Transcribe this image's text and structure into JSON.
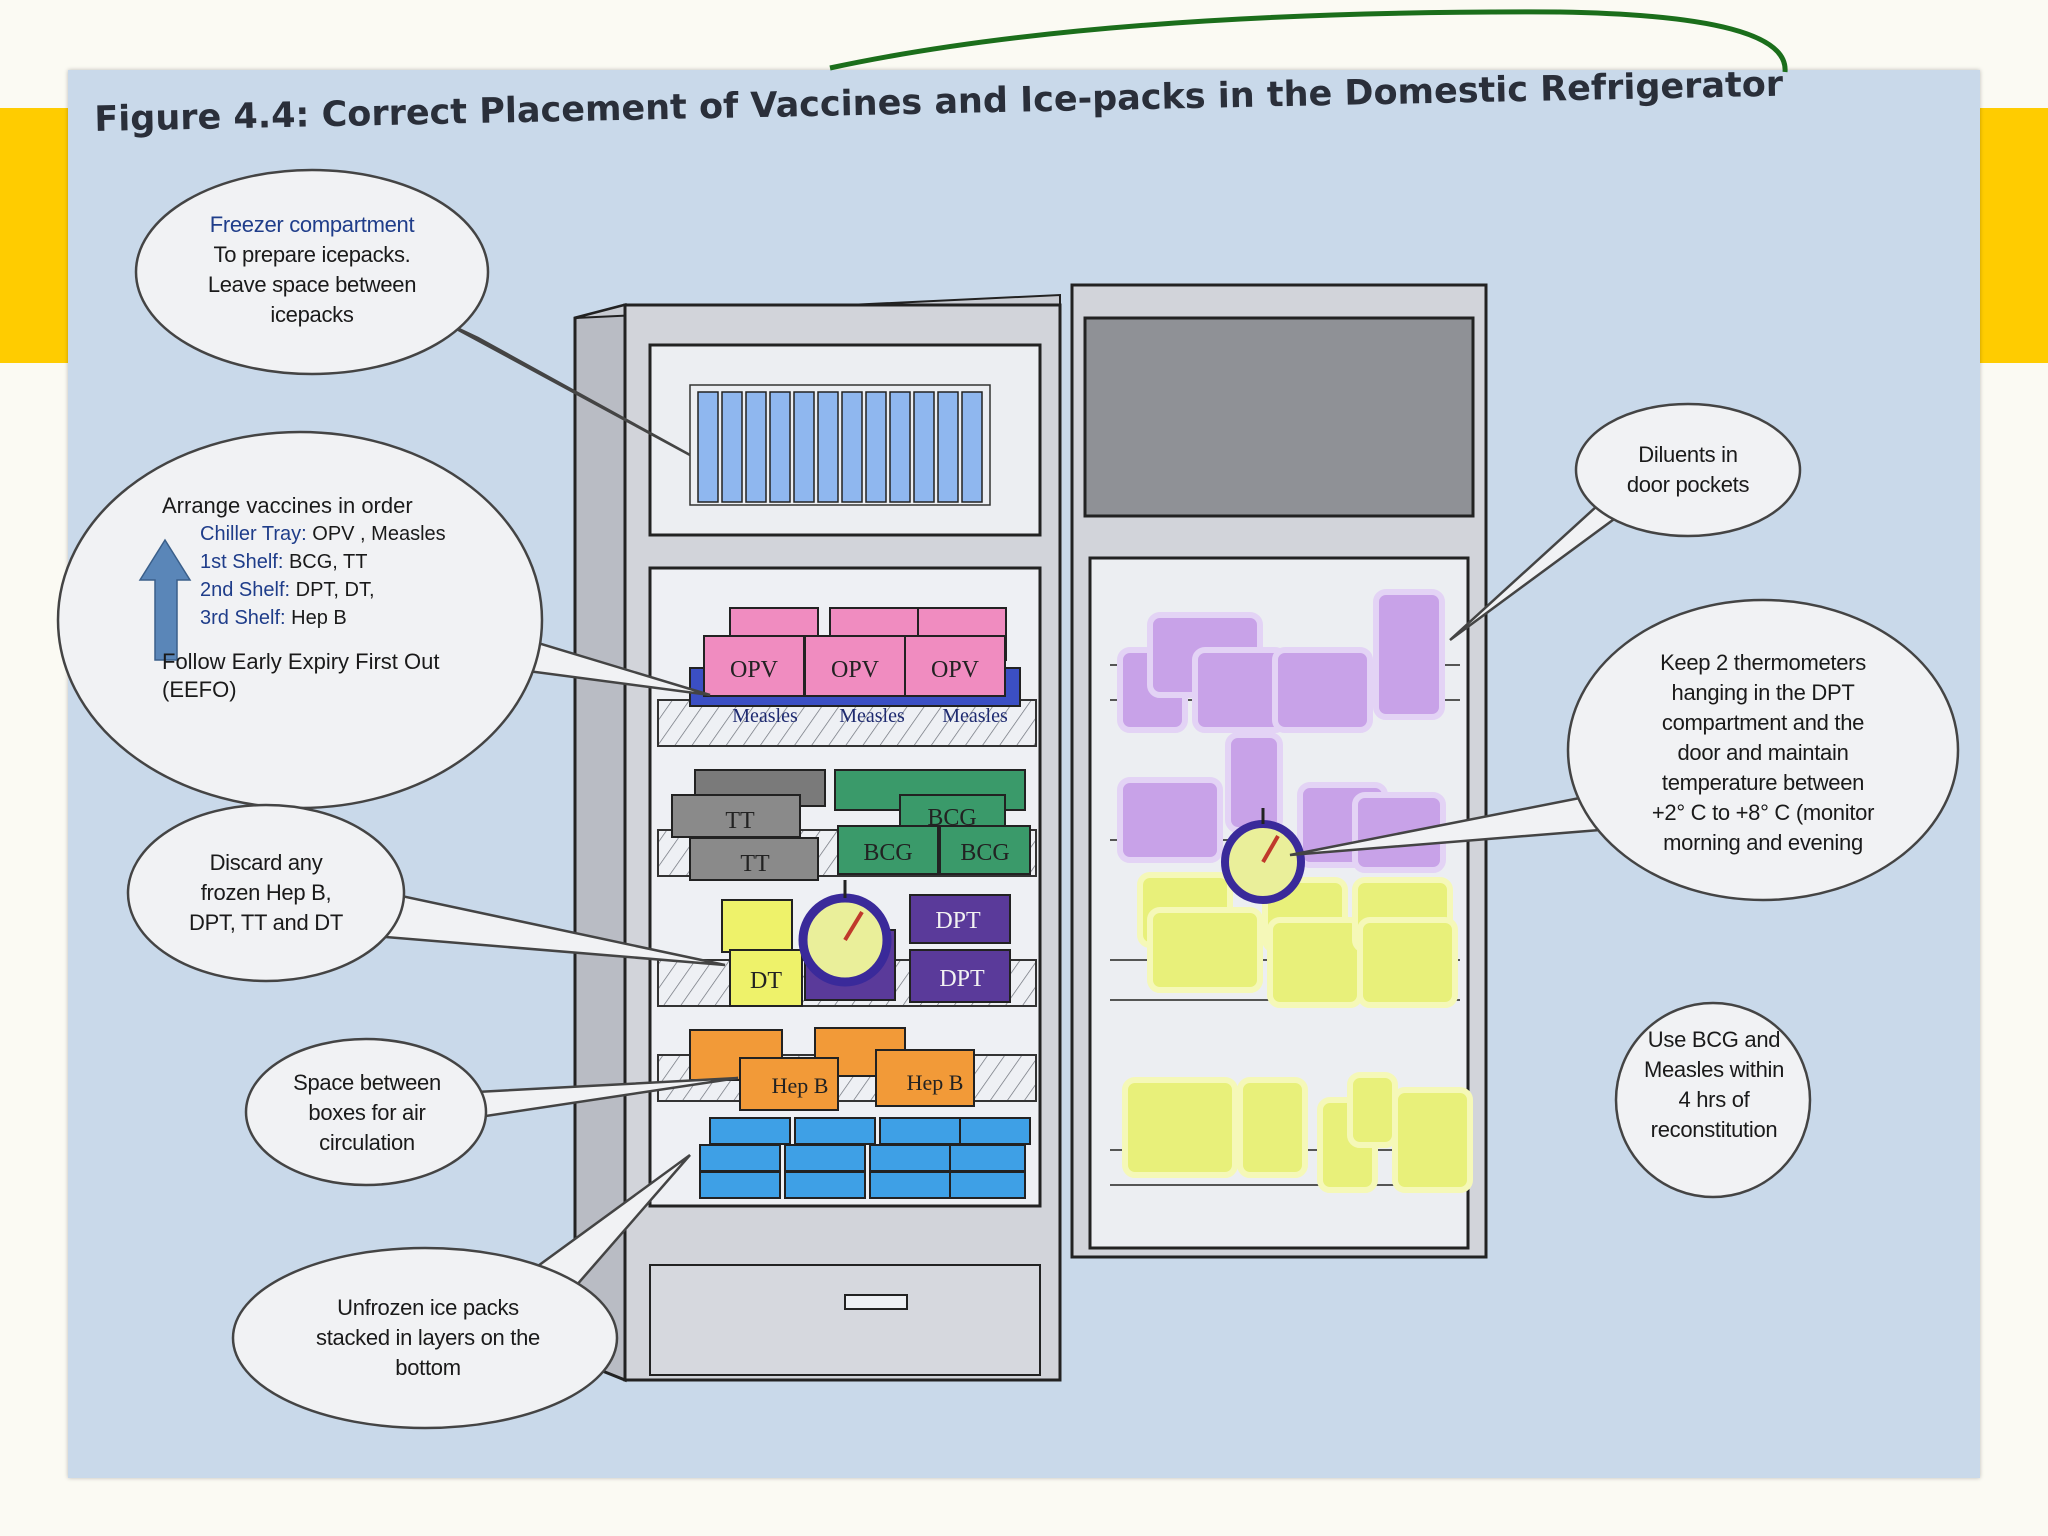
{
  "figure": {
    "title": "Figure 4.4: Correct Placement of Vaccines and Ice-packs in the Domestic Refrigerator"
  },
  "colors": {
    "panel": "#c9d9ea",
    "slide_accent": "#ffcc00",
    "title_arc": "#1b6e1b",
    "opv": "#f08cc0",
    "measles": "#3b4fc4",
    "tt": "#8a8a8a",
    "bcg": "#3a9a6a",
    "dt": "#eef26a",
    "dpt": "#5a3a9a",
    "hepb": "#f29a38",
    "icepack": "#3ea0e6",
    "diluent_purple": "#c8a2e8",
    "diluent_yellow": "#e8f07a"
  },
  "callouts": {
    "freezer": [
      "Freezer compartment",
      "To prepare icepacks.",
      "Leave space between",
      "icepacks"
    ],
    "order": {
      "heading": "Arrange  vaccines in order",
      "rows": [
        {
          "label": "Chiller Tray:",
          "value": " OPV , Measles"
        },
        {
          "label": "1st Shelf:",
          "value": "  BCG, TT"
        },
        {
          "label": "2nd Shelf:",
          "value": "  DPT, DT,"
        },
        {
          "label": "3rd Shelf:",
          "value": "  Hep B"
        }
      ],
      "footer": [
        "Follow Early Expiry First Out",
        "(EEFO)"
      ]
    },
    "discard": [
      "Discard any",
      "frozen Hep B,",
      "DPT, TT and DT"
    ],
    "space": [
      "Space between",
      "boxes for air",
      "circulation"
    ],
    "unfrozen": [
      "Unfrozen ice packs",
      "stacked in layers on the",
      "bottom"
    ],
    "diluents": [
      "Diluents  in",
      "door pockets"
    ],
    "thermometers": [
      "Keep 2 thermometers",
      "hanging in the DPT",
      "compartment and the",
      "door and maintain",
      "temperature between",
      "+2° C to +8° C (monitor",
      "morning and evening"
    ],
    "reconstitution": [
      "Use BCG and",
      "Measles within",
      "4 hrs of",
      "reconstitution"
    ]
  },
  "box_labels": {
    "opv": "OPV",
    "measles": "Measles",
    "tt": "TT",
    "bcg": "BCG",
    "dt": "DT",
    "dpt": "DPT",
    "hepb": "Hep B"
  }
}
